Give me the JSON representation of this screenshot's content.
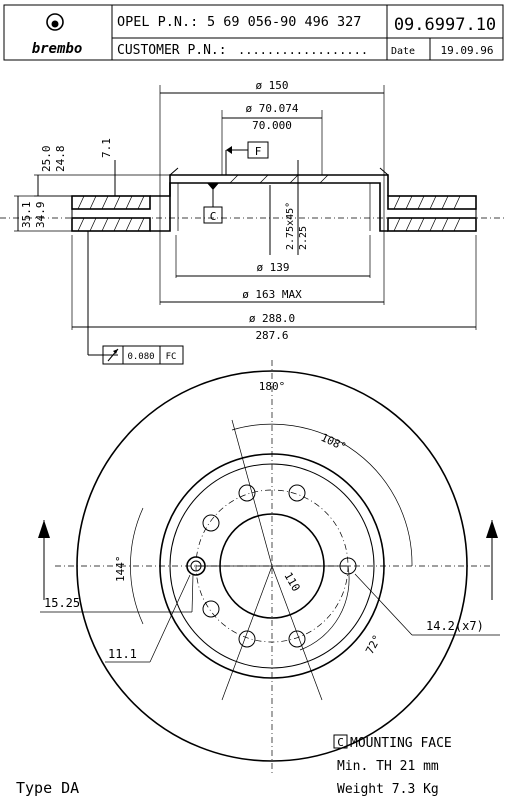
{
  "brand": {
    "name": "brembo"
  },
  "title_block": {
    "oem_label": "OPEL P.N.:",
    "oem_value": "5 69 056-90 496 327",
    "customer_label": "CUSTOMER P.N.:",
    "customer_value": "..................",
    "part_number": "09.6997.10",
    "date_label": "Date",
    "date_value": "19.09.96"
  },
  "dims": {
    "d150": "ø 150",
    "d70a": "ø 70.074",
    "d70b": "70.000",
    "datum_f": "F",
    "datum_c": "C",
    "h25": "25.0",
    "h248": "24.8",
    "h71": "7.1",
    "h351": "35.1",
    "h349": "34.9",
    "chamfer": "2.75x45°",
    "c225": "2.25",
    "d139": "ø 139",
    "d163": "ø 163 MAX",
    "d288": "ø 288.0",
    "d2876": "287.6",
    "runout_value": "0.080",
    "runout_ref": "FC"
  },
  "front": {
    "a180": "180°",
    "a108": "108°",
    "a144": "144°",
    "a72": "72°",
    "pcd": "110",
    "d1525": "15.25",
    "d111": "11.1",
    "holes": "14.2(x7)"
  },
  "notes": {
    "mount_box": "C",
    "mount_text": "MOUNTING FACE",
    "min_th": "Min. TH 21 mm",
    "weight": "Weight 7.3 Kg",
    "type": "Type DA"
  }
}
